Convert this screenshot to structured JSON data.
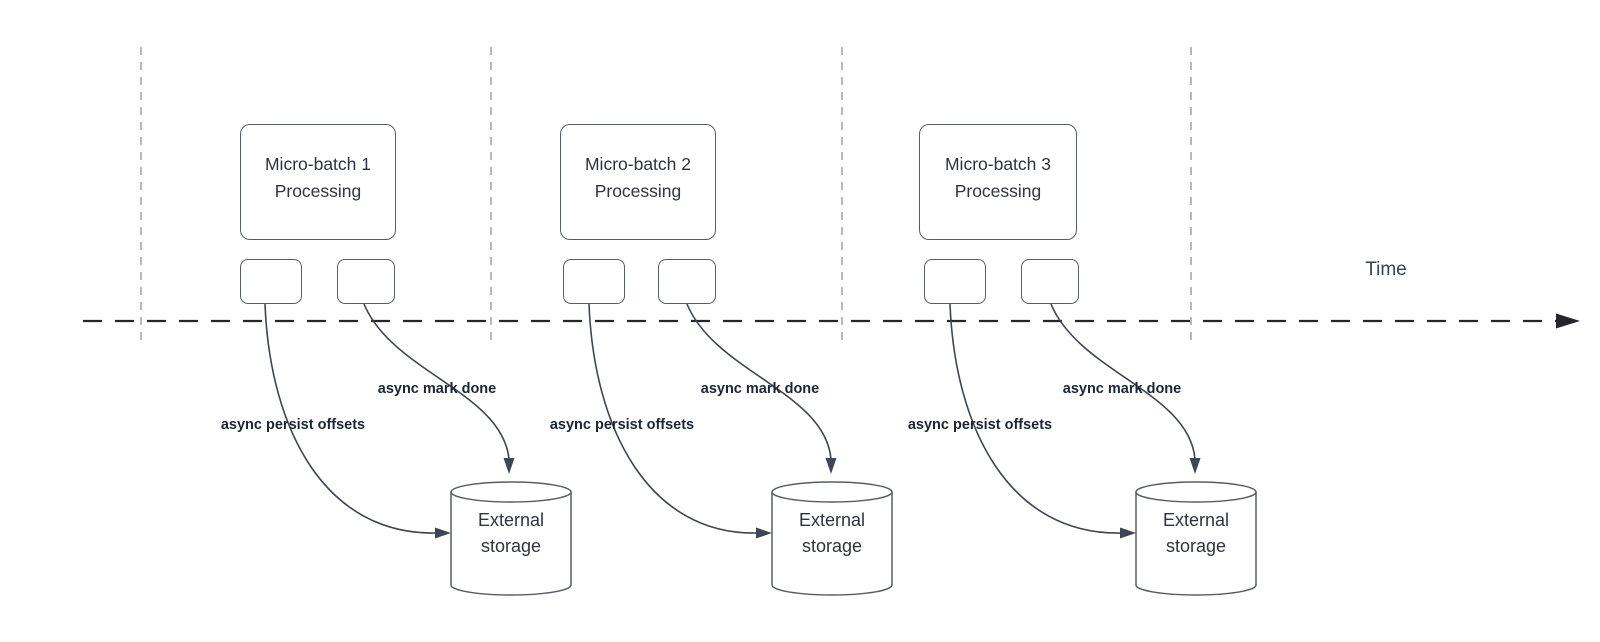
{
  "axis": {
    "label": "Time"
  },
  "batches": [
    {
      "title_line1": "Micro-batch 1",
      "title_line2": "Processing",
      "persist_label": "async persist offsets",
      "mark_done_label": "async mark done",
      "storage_line1": "External",
      "storage_line2": "storage"
    },
    {
      "title_line1": "Micro-batch 2",
      "title_line2": "Processing",
      "persist_label": "async persist offsets",
      "mark_done_label": "async mark done",
      "storage_line1": "External",
      "storage_line2": "storage"
    },
    {
      "title_line1": "Micro-batch 3",
      "title_line2": "Processing",
      "persist_label": "async persist offsets",
      "mark_done_label": "async mark done",
      "storage_line1": "External",
      "storage_line2": "storage"
    }
  ],
  "colors": {
    "box_border": "#585d63",
    "arrow_stroke": "#3f4650",
    "timeline_stroke": "#26262a",
    "guide_line": "#9b9b9b",
    "label_text": "#1d2433",
    "node_text": "#31343c"
  }
}
